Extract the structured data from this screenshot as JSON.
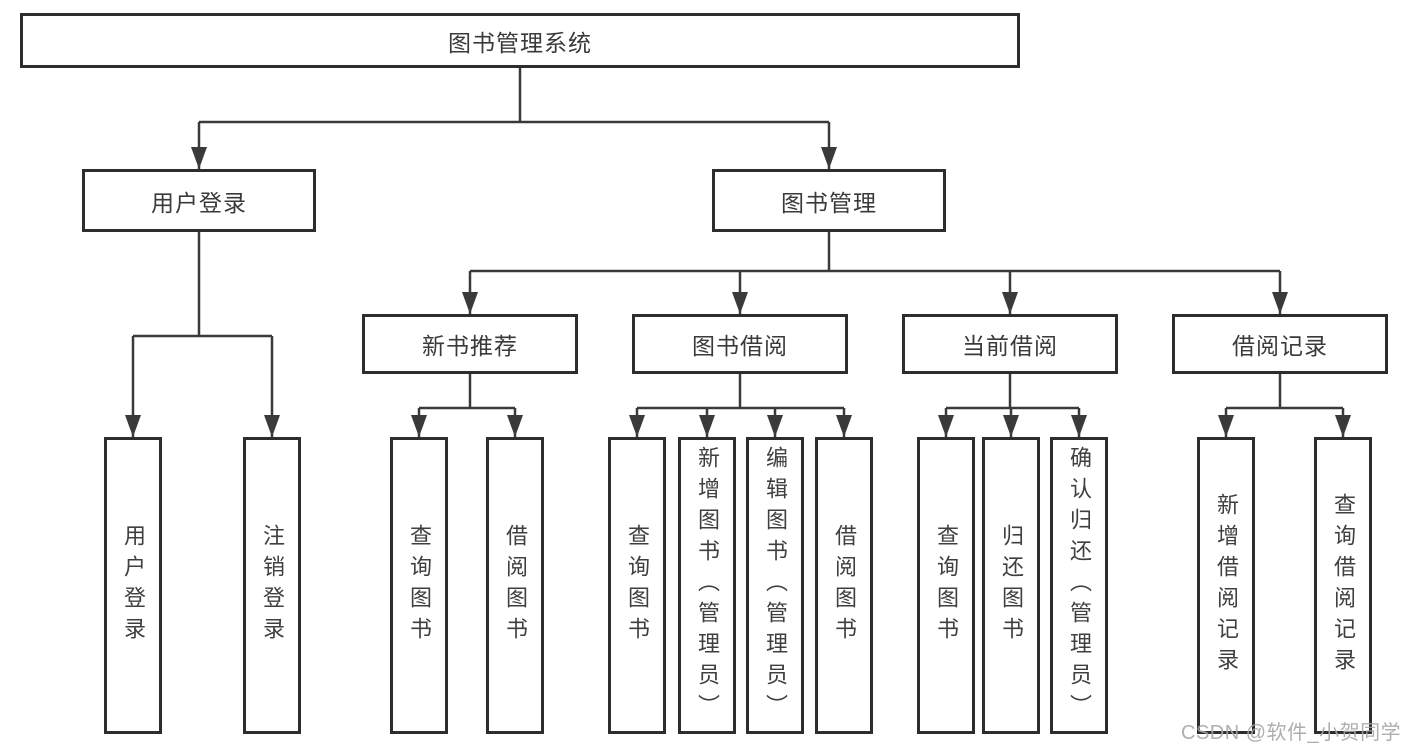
{
  "tree": {
    "root": "图书管理系统",
    "branches": [
      {
        "label": "用户登录",
        "children": [
          "用户登录",
          "注销登录"
        ]
      },
      {
        "label": "图书管理",
        "children": [
          {
            "label": "新书推荐",
            "children": [
              "查询图书",
              "借阅图书"
            ]
          },
          {
            "label": "图书借阅",
            "children": [
              "查询图书",
              "新增图书（管理员）",
              "编辑图书（管理员）",
              "借阅图书"
            ]
          },
          {
            "label": "当前借阅",
            "children": [
              "查询图书",
              "归还图书",
              "确认归还（管理员）"
            ]
          },
          {
            "label": "借阅记录",
            "children": [
              "新增借阅记录",
              "查询借阅记录"
            ]
          }
        ]
      }
    ]
  },
  "watermark": {
    "text": "CSDN @软件_小贺同学"
  },
  "colors": {
    "line": "#3a3a3a",
    "box_border": "#2d2d2d",
    "text": "#3a3a3a",
    "watermark": "#a6a6a6",
    "background": "#ffffff"
  }
}
